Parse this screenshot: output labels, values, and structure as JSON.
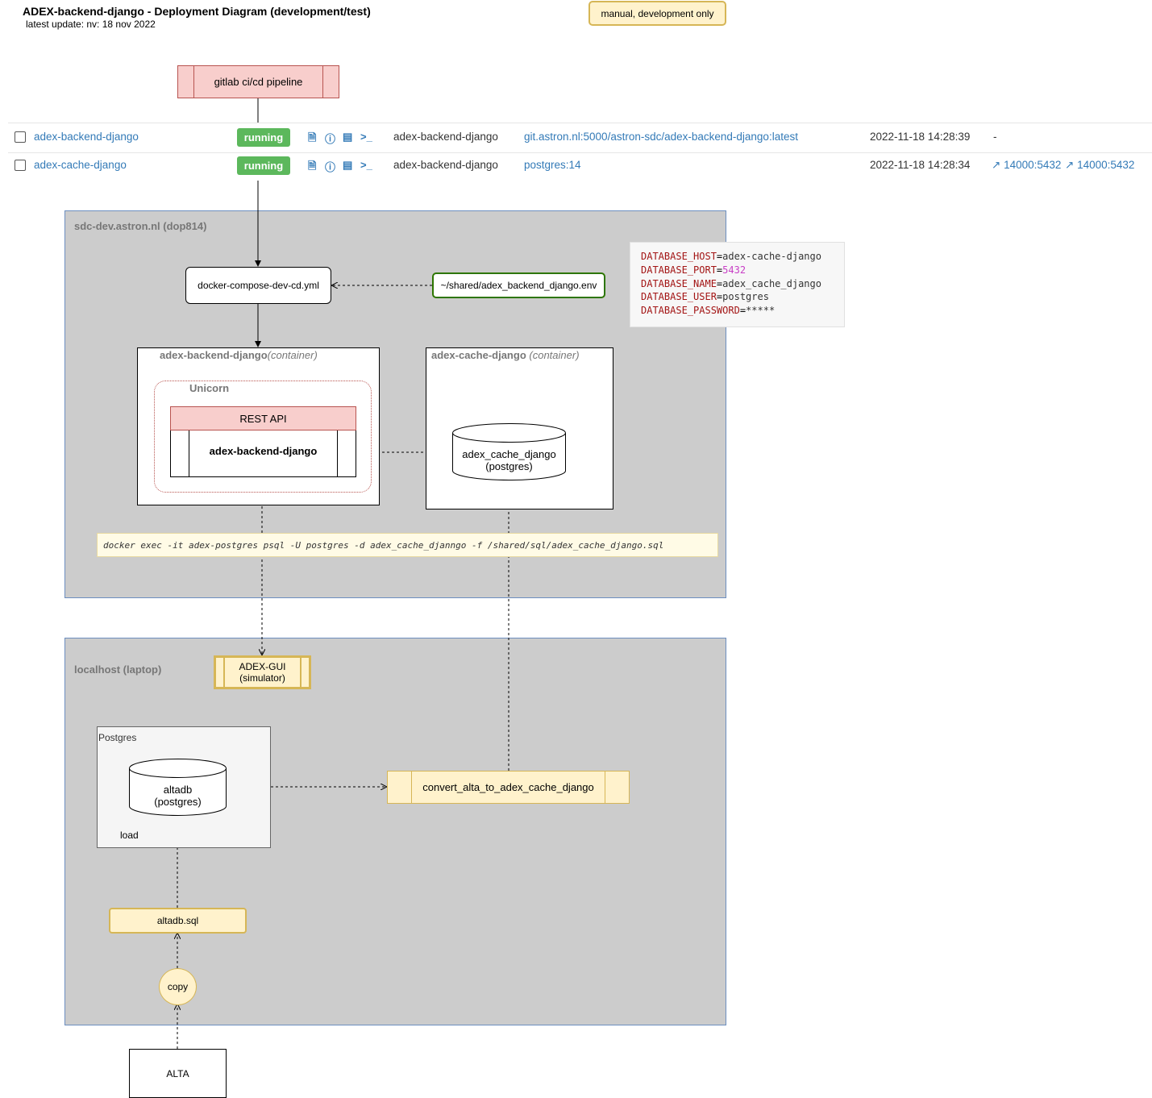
{
  "header": {
    "title": "ADEX-backend-django - Deployment Diagram (development/test)",
    "subtitle": "latest update: nv: 18 nov 2022",
    "note": "manual, development only"
  },
  "pipeline": {
    "label": "gitlab ci/cd pipeline"
  },
  "containers_table": {
    "rows": [
      {
        "name": "adex-backend-django",
        "state": "running",
        "stack": "adex-backend-django",
        "image": "git.astron.nl:5000/astron-sdc/adex-backend-django:latest",
        "created": "2022-11-18 14:28:39",
        "ports": "-"
      },
      {
        "name": "adex-cache-django",
        "state": "running",
        "stack": "adex-backend-django",
        "image": "postgres:14",
        "created": "2022-11-18 14:28:34",
        "port1": "14000:5432",
        "port2": "14000:5432"
      }
    ],
    "icons": [
      "file-icon",
      "info-icon",
      "stats-icon",
      "terminal-icon"
    ],
    "running_color": "#5cb85c",
    "link_color": "#337ab7"
  },
  "server_host": {
    "label": "sdc-dev.astron.nl (dop814)",
    "compose_file": "docker-compose-dev-cd.yml",
    "env_file": "~/shared/adex_backend_django.env",
    "env_lines": [
      {
        "key": "DATABASE_HOST",
        "val": "adex-cache-django"
      },
      {
        "key": "DATABASE_PORT",
        "val": "5432"
      },
      {
        "key": "DATABASE_NAME",
        "val": "adex_cache_django"
      },
      {
        "key": "DATABASE_USER",
        "val": "postgres"
      },
      {
        "key": "DATABASE_PASSWORD",
        "val": "*****"
      }
    ],
    "backend_container": {
      "name": "adex-backend-django",
      "suffix": "(container)",
      "unicorn": "Unicorn",
      "rest_api": "REST API",
      "app": "adex-backend-django"
    },
    "cache_container": {
      "name": "adex-cache-django",
      "suffix": "(container)",
      "db_name": "adex_cache_django",
      "db_type": "(postgres)"
    },
    "command": "docker exec -it adex-postgres psql -U postgres -d adex_cache_djanngo -f /shared/sql/adex_cache_django.sql"
  },
  "local_host": {
    "label": "localhost (laptop)",
    "gui_line1": "ADEX-GUI",
    "gui_line2": "(simulator)",
    "postgres_label": "Postgres",
    "db_name": "altadb",
    "db_type": "(postgres)",
    "load_label": "load",
    "convert": "convert_alta_to_adex_cache_django",
    "sql_file": "altadb.sql",
    "copy": "copy"
  },
  "alta": {
    "label": "ALTA"
  }
}
